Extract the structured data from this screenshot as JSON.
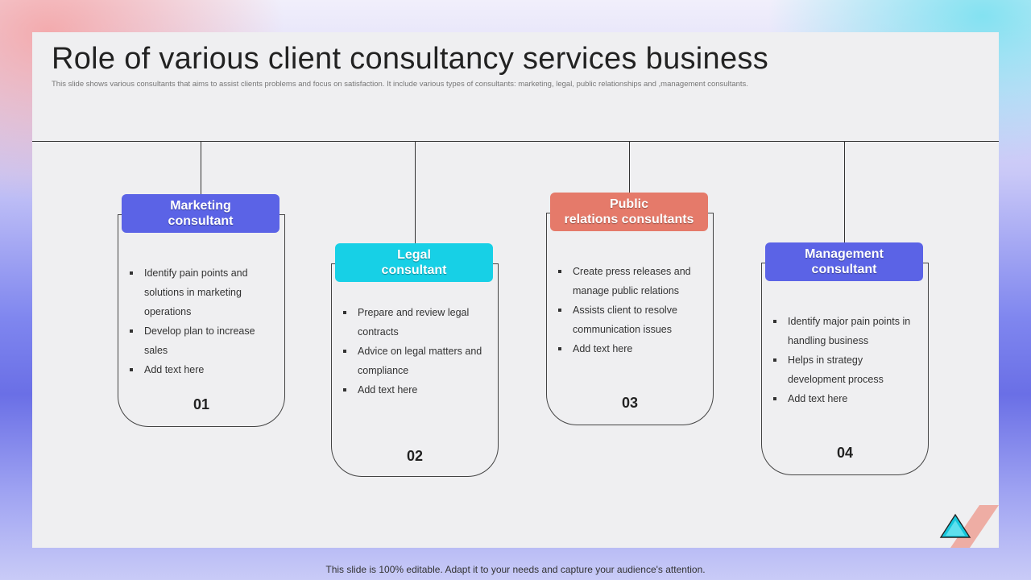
{
  "slide": {
    "title": "Role of various client consultancy services business",
    "subtitle": "This slide shows various consultants that aims to assist clients problems and focus on satisfaction. It include various types of consultants: marketing, legal, public relationships and ,management consultants."
  },
  "cards": [
    {
      "label": "Marketing\nconsultant",
      "color": "#5b63e6",
      "bullets": [
        "Identify pain points and solutions in marketing operations",
        "Develop plan to increase sales",
        "Add text here"
      ],
      "number": "01"
    },
    {
      "label": "Legal\nconsultant",
      "color": "#17d0e6",
      "bullets": [
        "Prepare and review legal contracts",
        "Advice on legal matters and compliance",
        "Add text here"
      ],
      "number": "02"
    },
    {
      "label": "Public\nrelations consultants",
      "color": "#e57a6a",
      "bullets": [
        "Create press releases and manage public relations",
        "Assists client to resolve communication issues",
        "Add text here"
      ],
      "number": "03"
    },
    {
      "label": "Management\nconsultant",
      "color": "#5b63e6",
      "bullets": [
        "Identify major pain points in handling business",
        "Helps in strategy development process",
        "Add text here"
      ],
      "number": "04"
    }
  ],
  "footer": "This slide is 100% editable. Adapt it to your needs and capture your audience's attention."
}
